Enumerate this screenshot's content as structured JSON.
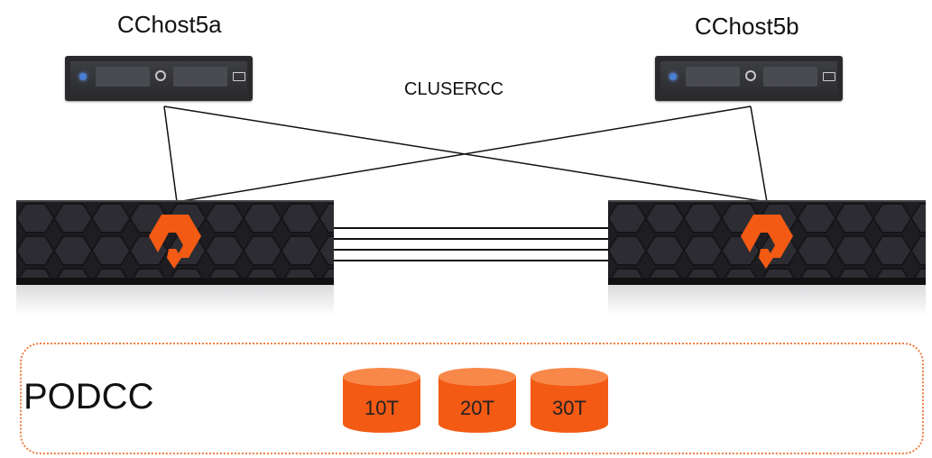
{
  "hosts": [
    {
      "label": "CChost5a"
    },
    {
      "label": "CChost5b"
    }
  ],
  "cluster": {
    "label": "CLUSERCC"
  },
  "pod": {
    "label": "PODCC",
    "volumes": [
      {
        "label": "10T"
      },
      {
        "label": "20T"
      },
      {
        "label": "30T"
      }
    ]
  },
  "colors": {
    "accent": "#f35a14",
    "pod_border": "#f08040",
    "array_body": "#1e1e22",
    "led": "#4a7fd6"
  },
  "icons": {
    "server": "server-icon",
    "array": "flash-array-icon",
    "volume": "volume-cylinder-icon",
    "logo": "pure-storage-logo-icon"
  }
}
